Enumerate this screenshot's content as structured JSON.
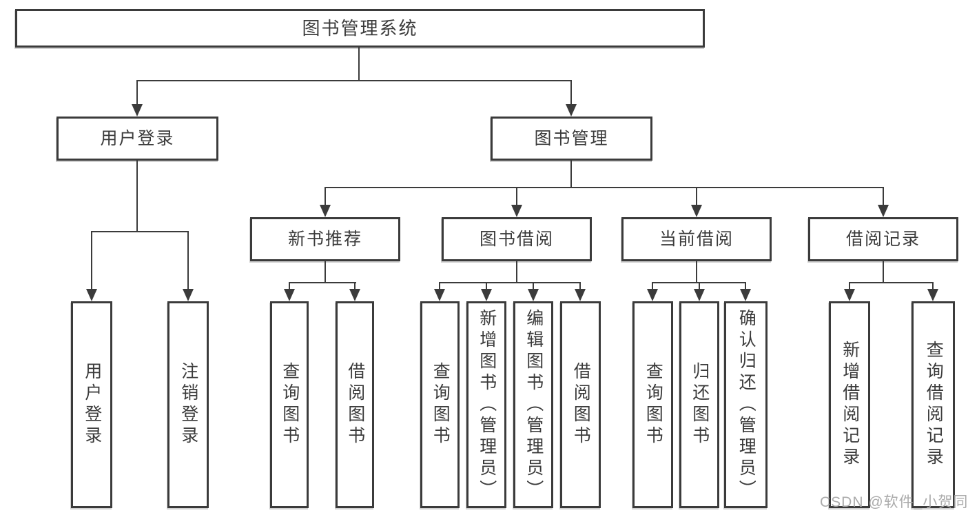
{
  "diagram": {
    "background": "#ffffff",
    "line_color": "#3b3b3b",
    "text_color": "#3b3b3b",
    "watermark": {
      "text": "CSDN @软件_小贺同学",
      "color": "#ababab"
    },
    "tree": {
      "label": "图书管理系统",
      "children": [
        {
          "label": "用户登录",
          "children": [
            {
              "label": "用户登录"
            },
            {
              "label": "注销登录"
            }
          ]
        },
        {
          "label": "图书管理",
          "children": [
            {
              "label": "新书推荐",
              "children": [
                {
                  "label": "查询图书"
                },
                {
                  "label": "借阅图书"
                }
              ]
            },
            {
              "label": "图书借阅",
              "children": [
                {
                  "label": "查询图书"
                },
                {
                  "label": "新增图书（管理员）"
                },
                {
                  "label": "编辑图书（管理员）"
                },
                {
                  "label": "借阅图书"
                }
              ]
            },
            {
              "label": "当前借阅",
              "children": [
                {
                  "label": "查询图书"
                },
                {
                  "label": "归还图书"
                },
                {
                  "label": "确认归还（管理员）"
                }
              ]
            },
            {
              "label": "借阅记录",
              "children": [
                {
                  "label": "新增借阅记录"
                },
                {
                  "label": "查询借阅记录"
                }
              ]
            }
          ]
        }
      ]
    }
  }
}
